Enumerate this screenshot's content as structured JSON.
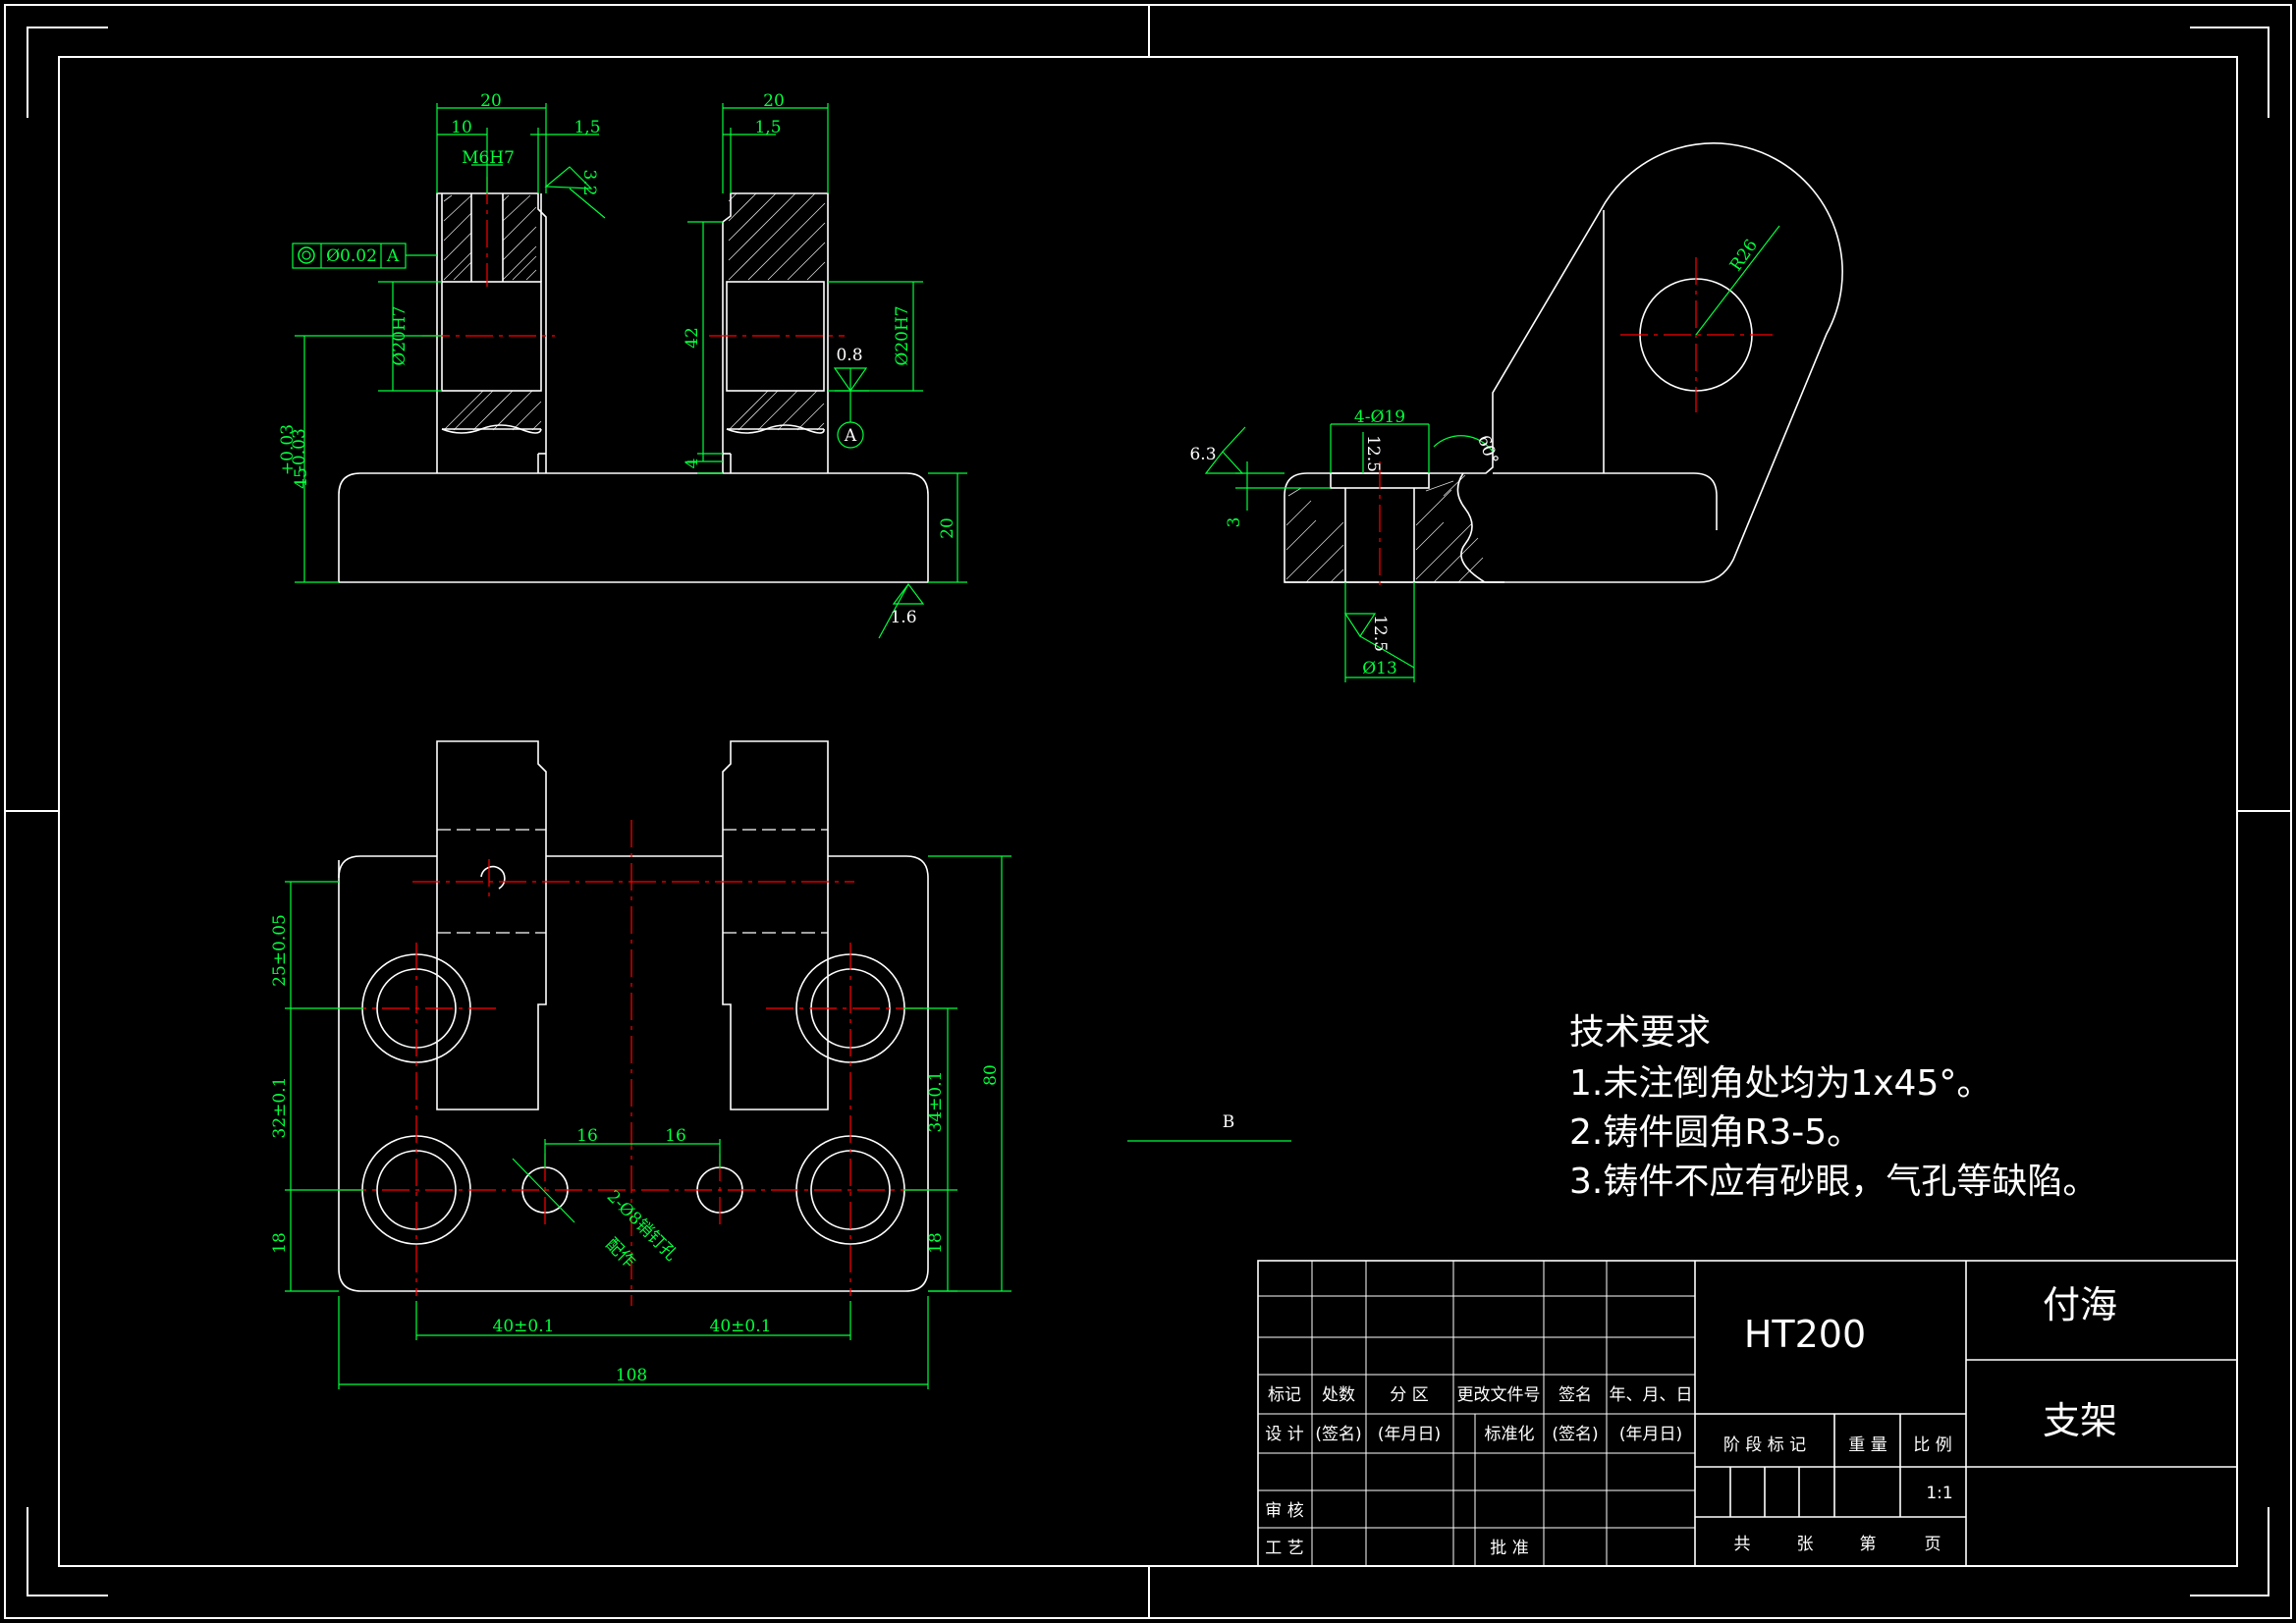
{
  "colors": {
    "background": "#000000",
    "outline": "#ffffff",
    "dimension": "#00ff3c",
    "centerline": "#ff0000"
  },
  "front_view": {
    "dim_20": "20",
    "dim_10": "10",
    "dim_1_5": "1,5",
    "thread": "M6H7",
    "roughness_3_2": "3.2",
    "tolerance_value": "Ø0.02",
    "datum_ref": "A",
    "bore_left": "Ø20H7",
    "height_tol_upper": "+0.03",
    "height_main": "45",
    "height_tol_lower": "-0.03",
    "dim_20_right": "20",
    "dim_1_5_right": "1,5",
    "dim_42": "42",
    "dim_4": "4",
    "bore_right": "Ø20H7",
    "roughness_0_8": "0.8",
    "datum_a": "A",
    "base_height": "20",
    "roughness_1_6": "1.6"
  },
  "side_view": {
    "radius": "R26",
    "holes": "4-Ø19",
    "roughness_12_5_top": "12.5",
    "angle": "60°",
    "roughness_6_3": "6.3",
    "depth_3": "3",
    "roughness_12_5_bottom": "12.5",
    "dia_13": "Ø13",
    "section_label": "B"
  },
  "top_view": {
    "dim_25": "25±0.05",
    "dim_32": "32±0.1",
    "dim_18_left": "18",
    "dim_34": "34±0.1",
    "dim_18_right": "18",
    "dim_80": "80",
    "dim_16a": "16",
    "dim_16b": "16",
    "pin_note": "2-Ø8销钉孔",
    "pin_note2": "配作",
    "dim_40a": "40±0.1",
    "dim_40b": "40±0.1",
    "dim_108": "108"
  },
  "requirements": {
    "title": "技术要求",
    "item1": "1.未注倒角处均为1x45°。",
    "item2": "2.铸件圆角R3-5。",
    "item3": "3.铸件不应有砂眼，气孔等缺陷。"
  },
  "title_block": {
    "material": "HT200",
    "author": "付海",
    "part_name": "支架",
    "h_mark": "标记",
    "h_count": "处数",
    "h_zone": "分 区",
    "h_change": "更改文件号",
    "h_sign": "签名",
    "h_date": "年、月、日",
    "r_design": "设 计",
    "r_sign1": "(签名)",
    "r_date1": "(年月日)",
    "r_std": "标准化",
    "r_sign2": "(签名)",
    "r_date2": "(年月日)",
    "r_review": "审 核",
    "r_process": "工 艺",
    "r_approve": "批 准",
    "stage": "阶 段 标 记",
    "weight": "重 量",
    "scale_label": "比 例",
    "scale": "1:1",
    "total": "共",
    "sheets": "张",
    "page_of": "第",
    "page": "页"
  }
}
